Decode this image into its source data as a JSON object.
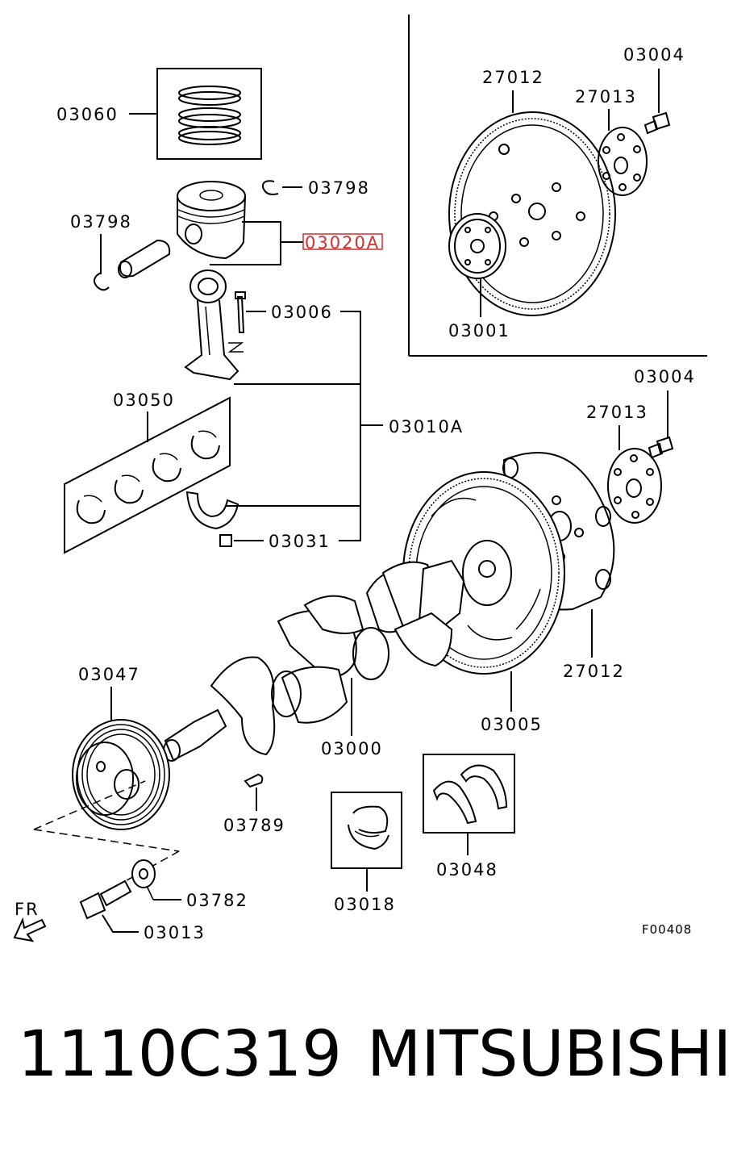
{
  "diagram": {
    "code": "F00408",
    "direction": "FR",
    "highlight_color": "#d32f2f",
    "labels": {
      "p03060": "03060",
      "p03798_top": "03798",
      "p03798_left": "03798",
      "p03020A": "03020A",
      "p03006": "03006",
      "p03050": "03050",
      "p03010A": "03010A",
      "p03031": "03031",
      "p27012_top": "27012",
      "p27013_top": "27013",
      "p03004_top": "03004",
      "p03001": "03001",
      "p03004_mid": "03004",
      "p27013_mid": "27013",
      "p27012_mid": "27012",
      "p03005": "03005",
      "p03000": "03000",
      "p03047": "03047",
      "p03789": "03789",
      "p03782": "03782",
      "p03013": "03013",
      "p03018": "03018",
      "p03048": "03048"
    }
  },
  "footer": {
    "part_number": "1110C319",
    "brand": "MITSUBISHI"
  }
}
